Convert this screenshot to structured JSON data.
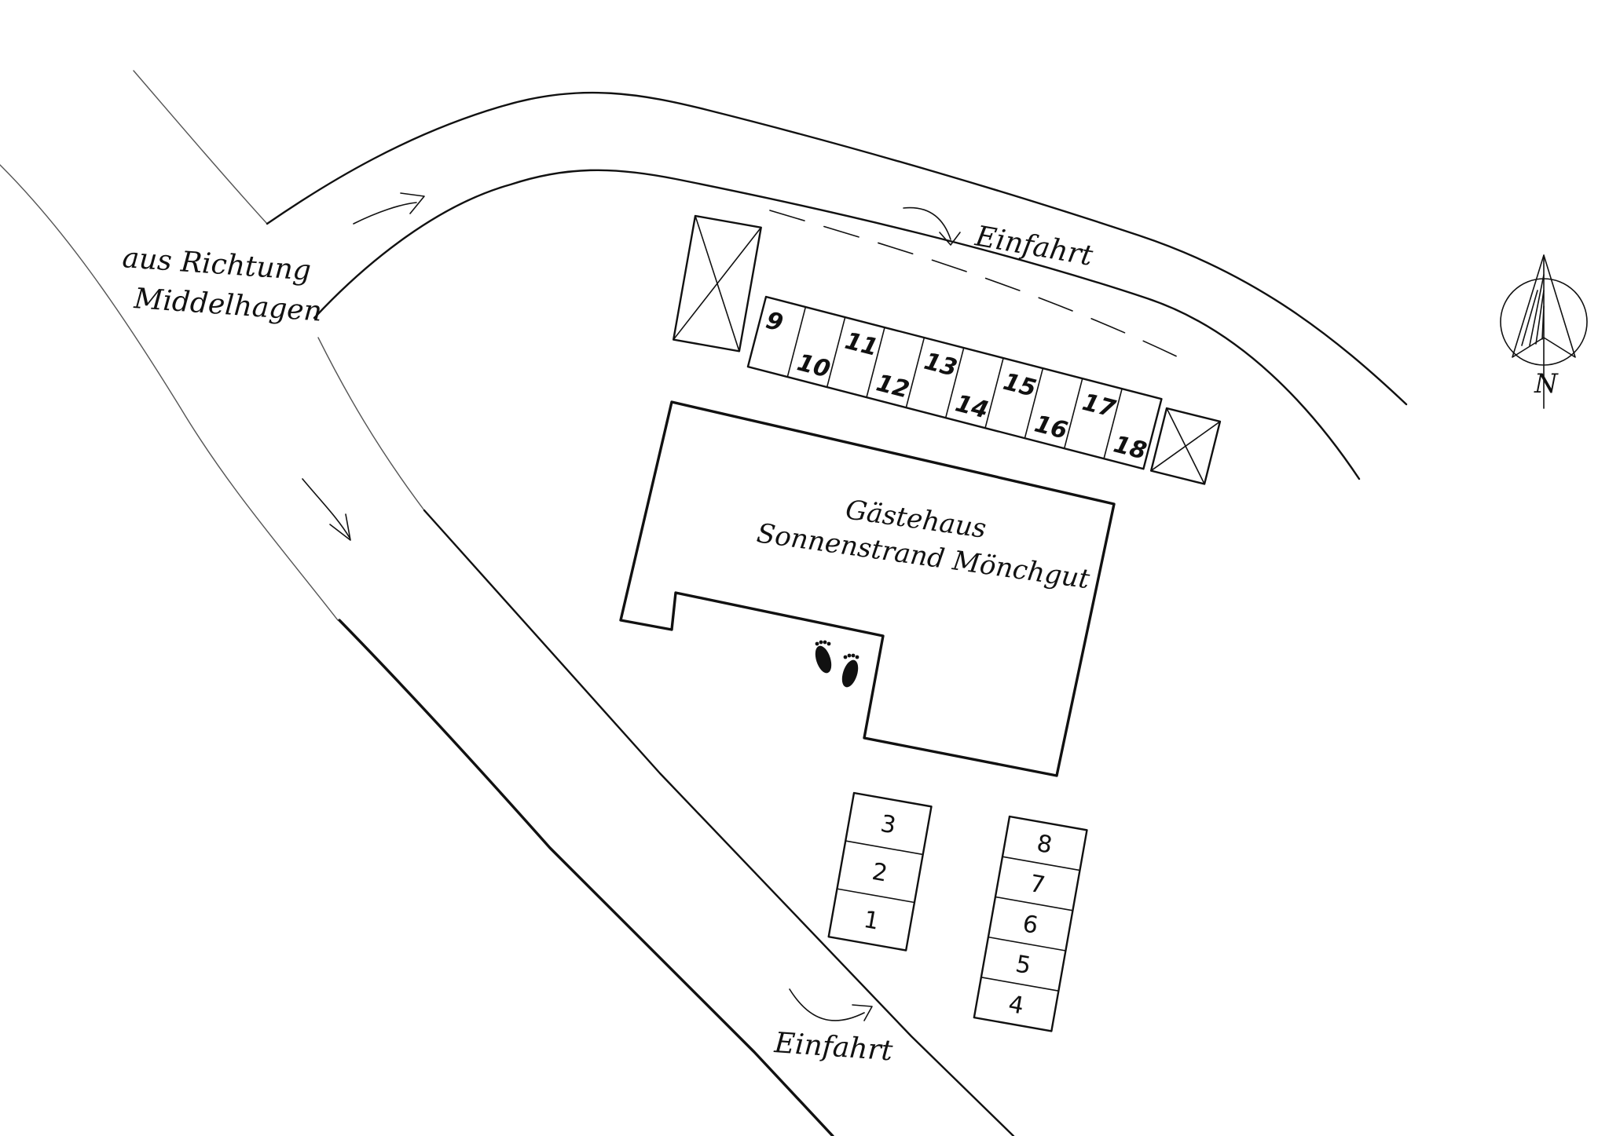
{
  "labels": {
    "origin_line1": "aus Richtung",
    "origin_line2": "Middelhagen",
    "entrance_top": "Einfahrt",
    "entrance_bottom": "Einfahrt",
    "building_line1": "Gästehaus",
    "building_line2": "Sonnenstrand Mönchgut",
    "north": "N"
  },
  "parking_north": [
    "9",
    "10",
    "11",
    "12",
    "13",
    "14",
    "15",
    "16",
    "17",
    "18"
  ],
  "parking_south_a": [
    "3",
    "2",
    "1"
  ],
  "parking_south_b": [
    "8",
    "7",
    "6",
    "5",
    "4"
  ],
  "icons": {
    "footprints": "footprints-icon",
    "compass": "north-arrow-icon",
    "blocked_area": "crossed-box-icon"
  }
}
